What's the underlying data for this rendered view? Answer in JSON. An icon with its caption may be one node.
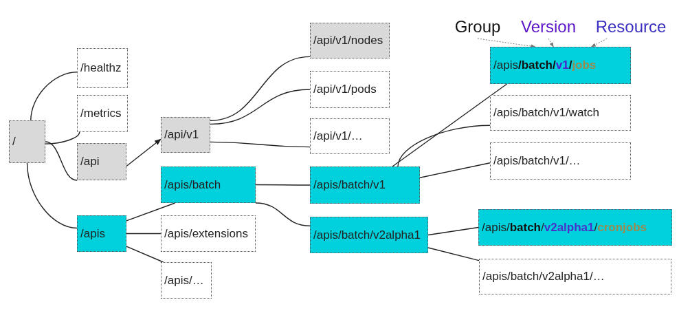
{
  "diagram": {
    "nodes": [
      {
        "text": [
          "/"
        ]
      },
      {
        "text": [
          "/healthz"
        ]
      },
      {
        "text": [
          "/metrics"
        ]
      },
      {
        "text": [
          "/api"
        ]
      },
      {
        "text": [
          "/apis"
        ]
      },
      {
        "text": [
          "/api/v1"
        ]
      },
      {
        "text": [
          "/apis/batch"
        ]
      },
      {
        "text": [
          "/apis/extensions"
        ]
      },
      {
        "text": [
          "/apis/…"
        ]
      },
      {
        "text": [
          "/api/v1/nodes"
        ]
      },
      {
        "text": [
          "/api/v1/pods"
        ]
      },
      {
        "text": [
          "/api/v1/…"
        ]
      },
      {
        "text": [
          "/apis/batch/v1"
        ]
      },
      {
        "text": [
          "/apis/batch/v2alpha1"
        ]
      },
      {
        "text": [
          "Group"
        ]
      },
      {
        "text": [
          "Version"
        ]
      },
      {
        "text": [
          "Resource"
        ]
      },
      {
        "text": [
          "/apis**/batch/****v1****/****jobs**"
        ]
      },
      {
        "text": [
          "/apis/batch/v1/watch"
        ]
      },
      {
        "text": [
          "/apis/batch/v1/…"
        ]
      },
      {
        "text": [
          "/apis/**batch**/**v2alpha1**/**cronjobs**"
        ]
      },
      {
        "text": [
          "/apis/batch/v2alpha1/…"
        ]
      }
    ],
    "edges": [
      {
        "from": 0,
        "to": 1,
        "arrow": "none"
      },
      {
        "from": 0,
        "to": 2,
        "arrow": "none"
      },
      {
        "from": 0,
        "to": 3,
        "arrow": "none"
      },
      {
        "from": 0,
        "to": 4,
        "arrow": "none"
      },
      {
        "from": 3,
        "to": 5,
        "arrow": "to"
      },
      {
        "from": 5,
        "to": 9,
        "arrow": "none"
      },
      {
        "from": 5,
        "to": 10,
        "arrow": "none"
      },
      {
        "from": 5,
        "to": 11,
        "arrow": "none"
      },
      {
        "from": 4,
        "to": 6,
        "arrow": "none"
      },
      {
        "from": 4,
        "to": 7,
        "arrow": "none"
      },
      {
        "from": 4,
        "to": 8,
        "arrow": "none"
      },
      {
        "from": 6,
        "to": 12,
        "arrow": "none"
      },
      {
        "from": 6,
        "to": 13,
        "arrow": "none"
      },
      {
        "from": 12,
        "to": 17,
        "arrow": "none"
      },
      {
        "from": 12,
        "to": 18,
        "arrow": "none"
      },
      {
        "from": 12,
        "to": 19,
        "arrow": "none"
      },
      {
        "from": 13,
        "to": 20,
        "arrow": "none"
      },
      {
        "from": 13,
        "to": 21,
        "arrow": "none"
      },
      {
        "from": 14,
        "to": 17,
        "arrow": "to",
        "style": "dashed",
        "color": "#777777"
      },
      {
        "from": 15,
        "to": 17,
        "arrow": "to",
        "style": "dashed",
        "color": "#777777"
      },
      {
        "from": 16,
        "to": 17,
        "arrow": "to",
        "style": "dashed",
        "color": "#777777"
      }
    ]
  }
}
